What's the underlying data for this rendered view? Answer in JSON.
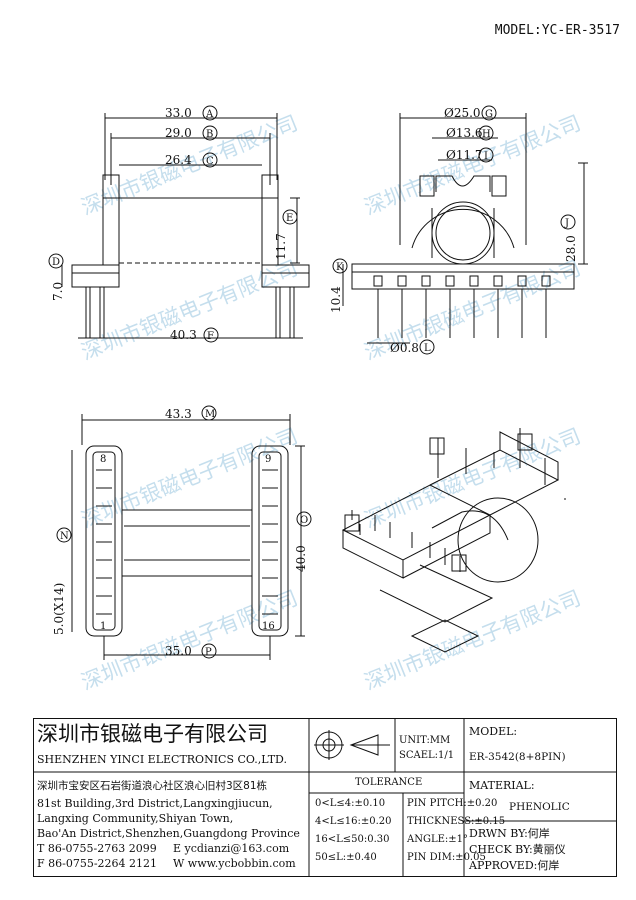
{
  "header": {
    "model": "MODEL:YC-ER-3517"
  },
  "drawing": {
    "front": {
      "d_33": "33.0",
      "d_29": "29.0",
      "d_26": "26.4",
      "d_11": "11.7",
      "d_7": "7.0",
      "d_40": "40.3",
      "m_A": "A",
      "m_B": "B",
      "m_C": "C",
      "m_D": "D",
      "m_E": "E",
      "m_F": "F"
    },
    "side": {
      "d_25": "Ø25.0",
      "d_13": "Ø13.6",
      "d_11": "Ø11.7",
      "d_28": "28.0",
      "d_10": "10.4",
      "d_08": "Ø0.8",
      "m_G": "G",
      "m_H": "H",
      "m_I": "I",
      "m_J": "J",
      "m_K": "K",
      "m_L": "L"
    },
    "bottom": {
      "d_43": "43.3",
      "d_40": "40.0",
      "d_35": "35.0",
      "d_5": "5.0(X14)",
      "m_M": "M",
      "m_N": "N",
      "m_O": "O",
      "m_P": "P",
      "pin_8": "8",
      "pin_9": "9",
      "pin_1": "1",
      "pin_16": "16"
    },
    "watermark": "深圳市银磁电子有限公司"
  },
  "title_block": {
    "company_cn": "深圳市银磁电子有限公司",
    "company_en": "SHENZHEN YINCI ELECTRONICS CO.,LTD.",
    "address_cn": "深圳市宝安区石岩街道浪心社区浪心旧村3区81栋",
    "address_en": [
      "81st Building,3rd District,Langxingjiucun,",
      "Langxing Community,Shiyan Town,",
      "Bao'An District,Shenzhen,Guangdong Province"
    ],
    "tel": "T 86-0755-2763 2099",
    "email": "E ycdianzi@163.com",
    "fax": "F 86-0755-2264 2121",
    "web": "W www.ycbobbin.com",
    "unit": "UNIT:MM",
    "scale": "SCAEL:1/1",
    "model_label": "MODEL:",
    "model_value": "ER-3542(8+8PIN)",
    "tolerance_label": "TOLERANCE",
    "tolerances": [
      "0<L≤4:±0.10",
      "4<L≤16:±0.20",
      "16<L≤50:0.30",
      "50≤L:±0.40"
    ],
    "specs": [
      "PIN PITCH:±0.20",
      "THICKNESS:±0.15",
      "ANGLE:±1°",
      "PIN DIM:±0.05"
    ],
    "material_label": "MATERIAL:",
    "material_value": "PHENOLIC",
    "drawn_by": "DRWN BY:何岸",
    "checked_by": "CHECK BY:黄丽仪",
    "approved_by": "APPROVED:何岸"
  }
}
